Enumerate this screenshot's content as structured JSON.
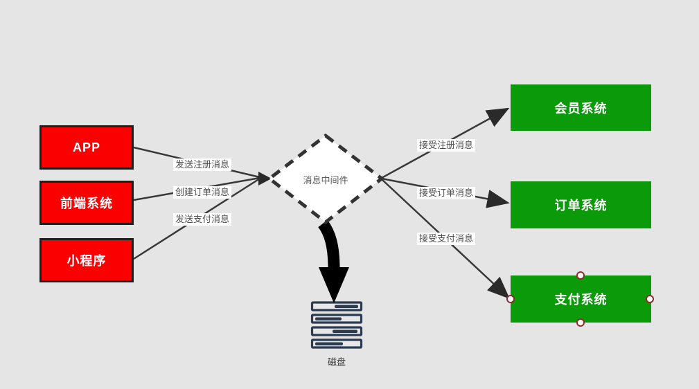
{
  "diagram": {
    "title_implicit": "",
    "nodes": {
      "app": {
        "label": "APP"
      },
      "frontend": {
        "label": "前端系统"
      },
      "miniprogram": {
        "label": "小程序"
      },
      "middleware": {
        "label": "消息中间件"
      },
      "member": {
        "label": "会员系统"
      },
      "order": {
        "label": "订单系统"
      },
      "payment": {
        "label": "支付系统"
      },
      "disk": {
        "label": "磁盘"
      }
    },
    "edge_labels": {
      "send_register": "发送注册消息",
      "create_order": "创建订单消息",
      "send_payment": "发送支付消息",
      "receive_register": "接受注册消息",
      "receive_order": "接受订单消息",
      "receive_payment": "接受支付消息"
    },
    "colors": {
      "canvas_bg": "#e5e5e5",
      "source_fill": "#fb0000",
      "source_border": "#1f1f1f",
      "target_fill": "#0a9a0a",
      "node_text": "#ffffff",
      "connector": "#383838",
      "arrowhead": "#2a2a2a",
      "diamond_fill": "#ffffff",
      "diamond_border": "#333333",
      "diamond_text": "#595959",
      "edge_label_text": "#4d4d4d",
      "edge_label_bg": "#ffffff",
      "disk_stroke": "#2c3b4f",
      "persist_arrow": "#000000",
      "handle_ring": "#8f2b2b",
      "handle_fill": "#ffffff"
    }
  }
}
